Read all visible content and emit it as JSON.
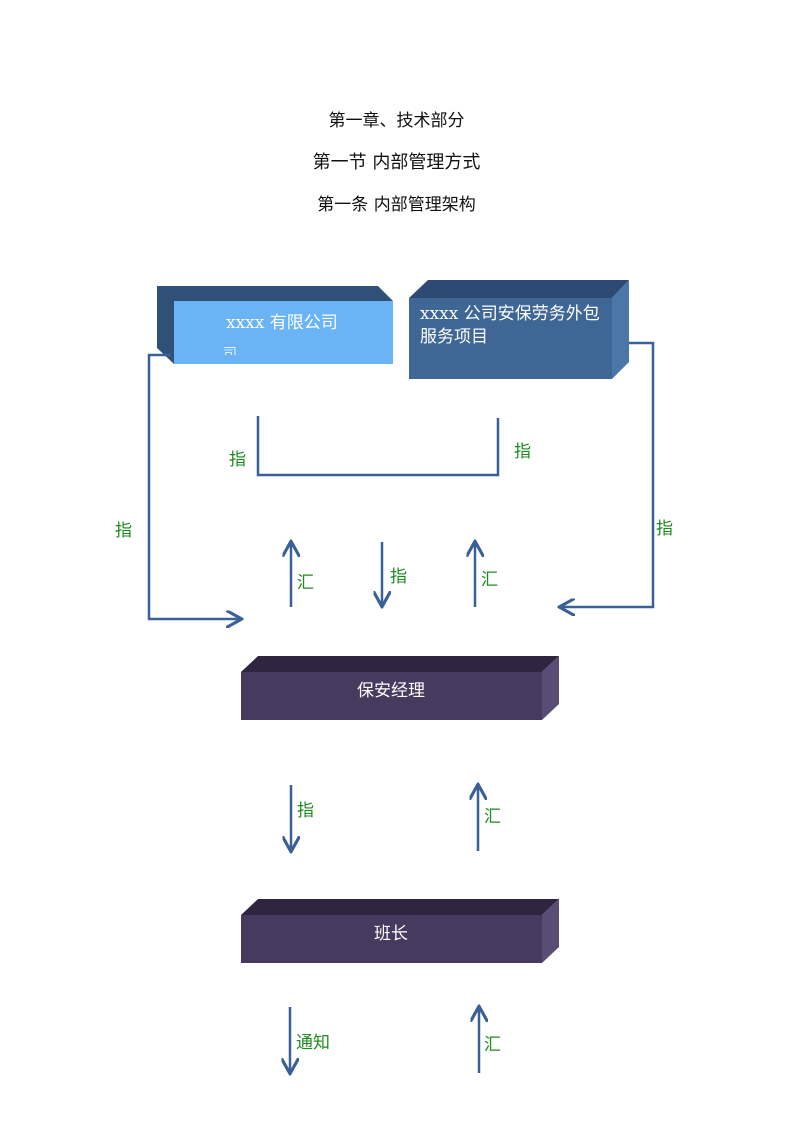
{
  "headings": {
    "chapter": "第一章、技术部分",
    "section": "第一节    内部管理方式",
    "article": "第一条    内部管理架构"
  },
  "boxes": {
    "company": {
      "label": "xxxx 有限公司",
      "cutoff": "司",
      "color": "#6ab4f5"
    },
    "outsource": {
      "label": "xxxx 公司安保劳务外包服务项目",
      "color": "#3e6795"
    },
    "manager": {
      "label": "保安经理",
      "color": "#463a5e"
    },
    "team_leader": {
      "label": "班长",
      "color": "#463a5e"
    }
  },
  "labels": {
    "bracket_left": "指",
    "bracket_right": "指",
    "outer_left": "指",
    "outer_right": "指",
    "mid_report_left": "汇",
    "mid_direct": "指",
    "mid_report_right": "汇",
    "lower_direct": "指",
    "lower_report": "汇",
    "bottom_notify": "通知",
    "bottom_report": "汇"
  },
  "colors": {
    "arrow": "#3a6098",
    "label": "#1f8a1f"
  }
}
